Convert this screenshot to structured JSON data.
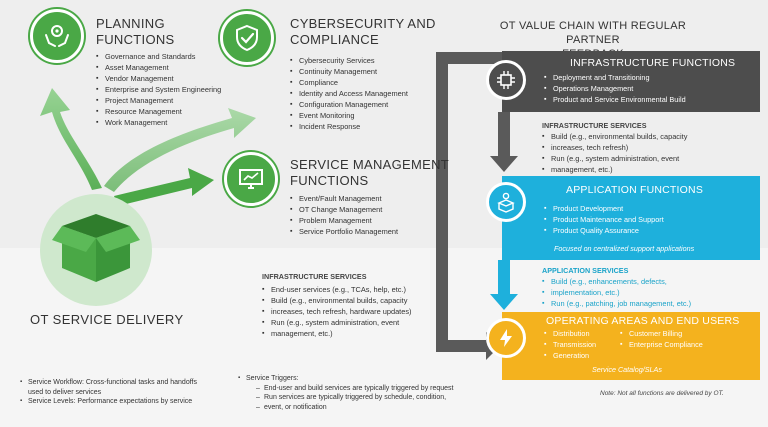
{
  "planning": {
    "title_line1": "Planning",
    "title_line2": "Functions",
    "items": [
      "Governance and Standards",
      "Asset Management",
      "Vendor Management",
      "Enterprise and System Engineering",
      "Project Management",
      "Resource Management",
      "Work Management"
    ]
  },
  "cyber": {
    "title_line1": "Cybersecurity and",
    "title_line2": "Compliance",
    "items": [
      "Cybersecurity Services",
      "Continuity Management",
      "Compliance",
      "Identity and Access Management",
      "Configuration Management",
      "Event Monitoring",
      "Incident Response"
    ]
  },
  "service_mgmt": {
    "title_line1": "Service Management",
    "title_line2": "Functions",
    "items": [
      "Event/Fault Management",
      "OT Change Management",
      "Problem Management",
      "Service Portfolio Management"
    ]
  },
  "infra_services_left": {
    "title": "Infrastructure Services",
    "items": [
      "End-user services (e.g., TCAs, help, etc.)",
      "Build (e.g., environmental builds, capacity",
      "increases, tech refresh, hardware updates)",
      "Run (e.g., system administration, event",
      "management, etc.)"
    ]
  },
  "ot_service_delivery": "OT Service Delivery",
  "value_chain": {
    "title_line1": "OT Value Chain with Regular Partner",
    "title_line2": "Feedback",
    "infra_functions": {
      "title": "Infrastructure Functions",
      "items": [
        "Deployment and Transitioning",
        "Operations Management",
        "Product and Service Environmental Build"
      ]
    },
    "infra_services": {
      "title": "Infrastructure Services",
      "items": [
        "Build (e.g., environmental builds, capacity",
        "increases, tech refresh)",
        "Run (e.g., system administration, event",
        "management, etc.)"
      ]
    },
    "app_functions": {
      "title": "Application Functions",
      "items": [
        "Product Development",
        "Product Maintenance and Support",
        "Product Quality Assurance"
      ],
      "note": "Focused on centralized support applications"
    },
    "app_services": {
      "title": "Application Services",
      "items": [
        "Build (e.g., enhancements, defects,",
        "implementation, etc.)",
        "Run (e.g., patching, job management, etc.)"
      ]
    },
    "operating": {
      "title": "Operating Areas and End Users",
      "col1": [
        "Distribution",
        "Transmission",
        "Generation"
      ],
      "col2": [
        "Customer Billing",
        "Enterprise Compliance"
      ],
      "note": "Service Catalog/SLAs"
    }
  },
  "footer": {
    "workflow_line1": "Service Workflow: Cross-functional tasks and handoffs",
    "workflow_line2": "used to deliver services",
    "levels": "Service Levels: Performance expectations by service",
    "triggers": "Service Triggers:",
    "trigger_items": [
      "End-user and build services are typically triggered by request",
      "Run services are typically triggered by schedule, condition,",
      "event, or notification"
    ],
    "note": "Note: Not all functions are delivered by OT."
  },
  "colors": {
    "green": "#4aa846",
    "dark": "#4d4d4d",
    "blue": "#1eb0dc",
    "gold": "#f4b21e"
  }
}
